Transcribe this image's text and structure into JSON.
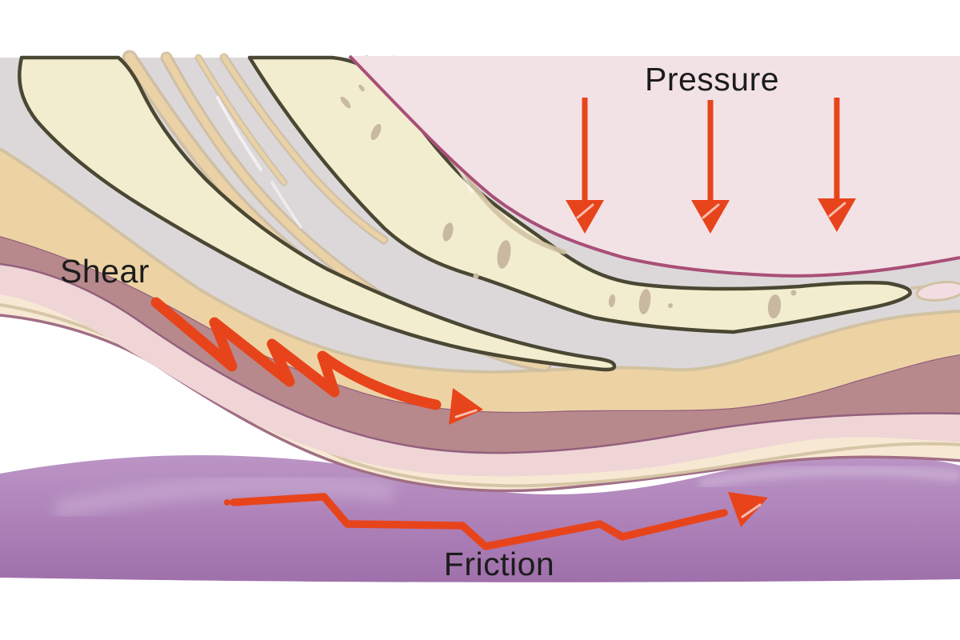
{
  "figure": {
    "type": "medical-illustration",
    "description": "Cross-section of skin, fat, muscle and bone pressing on a purple support surface, annotated with force arrows"
  },
  "labels": {
    "pressure": "Pressure",
    "shear": "Shear",
    "friction": "Friction"
  },
  "arrows": {
    "pressure": {
      "count": 3,
      "direction": "down",
      "style": "straight"
    },
    "shear": {
      "count": 1,
      "direction": "down-right",
      "style": "zigzag"
    },
    "friction": {
      "count": 1,
      "direction": "right",
      "style": "zigzag"
    }
  },
  "colors": {
    "background": "#ffffff",
    "label_text": "#1c1c1c",
    "arrow_red": "#e8441c",
    "gloss_white": "#ffffff",
    "bone_head_fill": "#f3e2e5",
    "bone_head_outline": "#a94f78",
    "cartilage_gray": "#dcd8da",
    "bone_outline_olive": "#4a4733",
    "bone_cream": "#f2edcf",
    "bone_speckle": "#c9b9a1",
    "fat_tan": "#edd3a4",
    "tan_line": "#d2c2a2",
    "stripe_tan": "#ead2a6",
    "stripe_border": "#cdbda0",
    "muscle_mauve": "#b8898c",
    "muscle_outline": "#93607e",
    "dermis_pink": "#efd5d6",
    "epidermis_peach": "#f7e8d3",
    "skin_outline": "#a06e85",
    "pocket_pink": "#f1dde2",
    "surface_purple_light": "#bb95c5",
    "surface_purple": "#ae82b9",
    "surface_purple_dark": "#9f70ab",
    "surface_highlight": "#cdb4d6"
  }
}
